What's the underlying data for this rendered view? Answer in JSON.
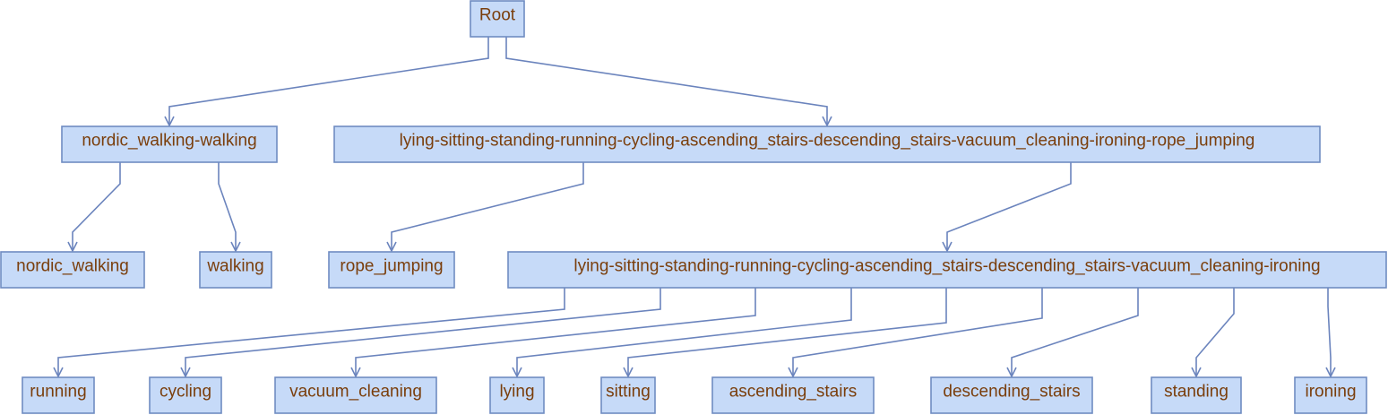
{
  "tree": {
    "root": {
      "label": "Root",
      "children": [
        {
          "label": "nordic_walking-walking",
          "children": [
            {
              "label": "nordic_walking"
            },
            {
              "label": "walking"
            }
          ]
        },
        {
          "label": "lying-sitting-standing-running-cycling-ascending_stairs-descending_stairs-vacuum_cleaning-ironing-rope_jumping",
          "children": [
            {
              "label": "rope_jumping"
            },
            {
              "label": "lying-sitting-standing-running-cycling-ascending_stairs-descending_stairs-vacuum_cleaning-ironing",
              "children": [
                {
                  "label": "running"
                },
                {
                  "label": "cycling"
                },
                {
                  "label": "vacuum_cleaning"
                },
                {
                  "label": "lying"
                },
                {
                  "label": "sitting"
                },
                {
                  "label": "ascending_stairs"
                },
                {
                  "label": "descending_stairs"
                },
                {
                  "label": "standing"
                },
                {
                  "label": "ironing"
                }
              ]
            }
          ]
        }
      ]
    }
  }
}
